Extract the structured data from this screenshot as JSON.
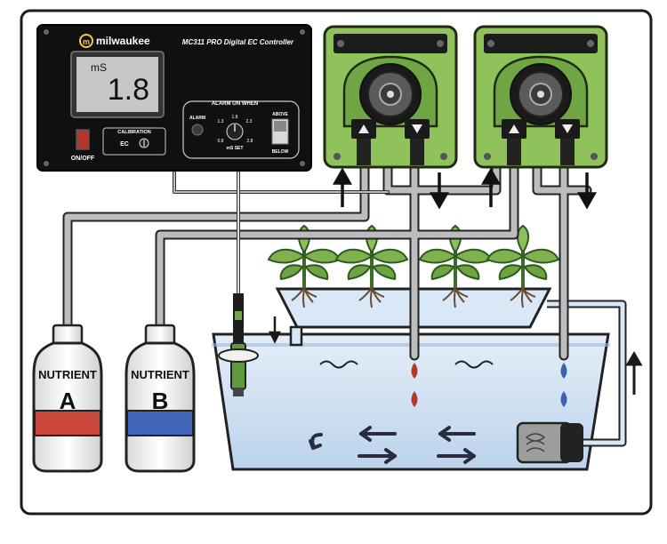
{
  "controller": {
    "brand": "milwaukee",
    "model": "MC311 PRO Digital EC Controller",
    "unit": "mS",
    "reading": "1.8",
    "power_label": "ON/OFF",
    "calibration_label": "CALIBRATION",
    "ec_label": "EC",
    "alarm_title": "ALARM ON WHEN",
    "alarm_label": "ALARM",
    "above_label": "ABOVE",
    "below_label": "BELOW",
    "ms_set_label": "mS SET",
    "dial_scale": [
      "0.8",
      "1.3",
      "1.8",
      "2.3",
      "2.8"
    ]
  },
  "bottles": [
    {
      "line1": "NUTRIENT",
      "line2": "A",
      "band_color": "#c8463a"
    },
    {
      "line1": "NUTRIENT",
      "line2": "B",
      "band_color": "#3f64b8"
    }
  ],
  "colors": {
    "pump_body": "#8fc25a",
    "water": "#d6e6f5",
    "tube": "#b9b9b9",
    "drop_red": "#b33a2a",
    "drop_blue": "#3b62b0"
  }
}
